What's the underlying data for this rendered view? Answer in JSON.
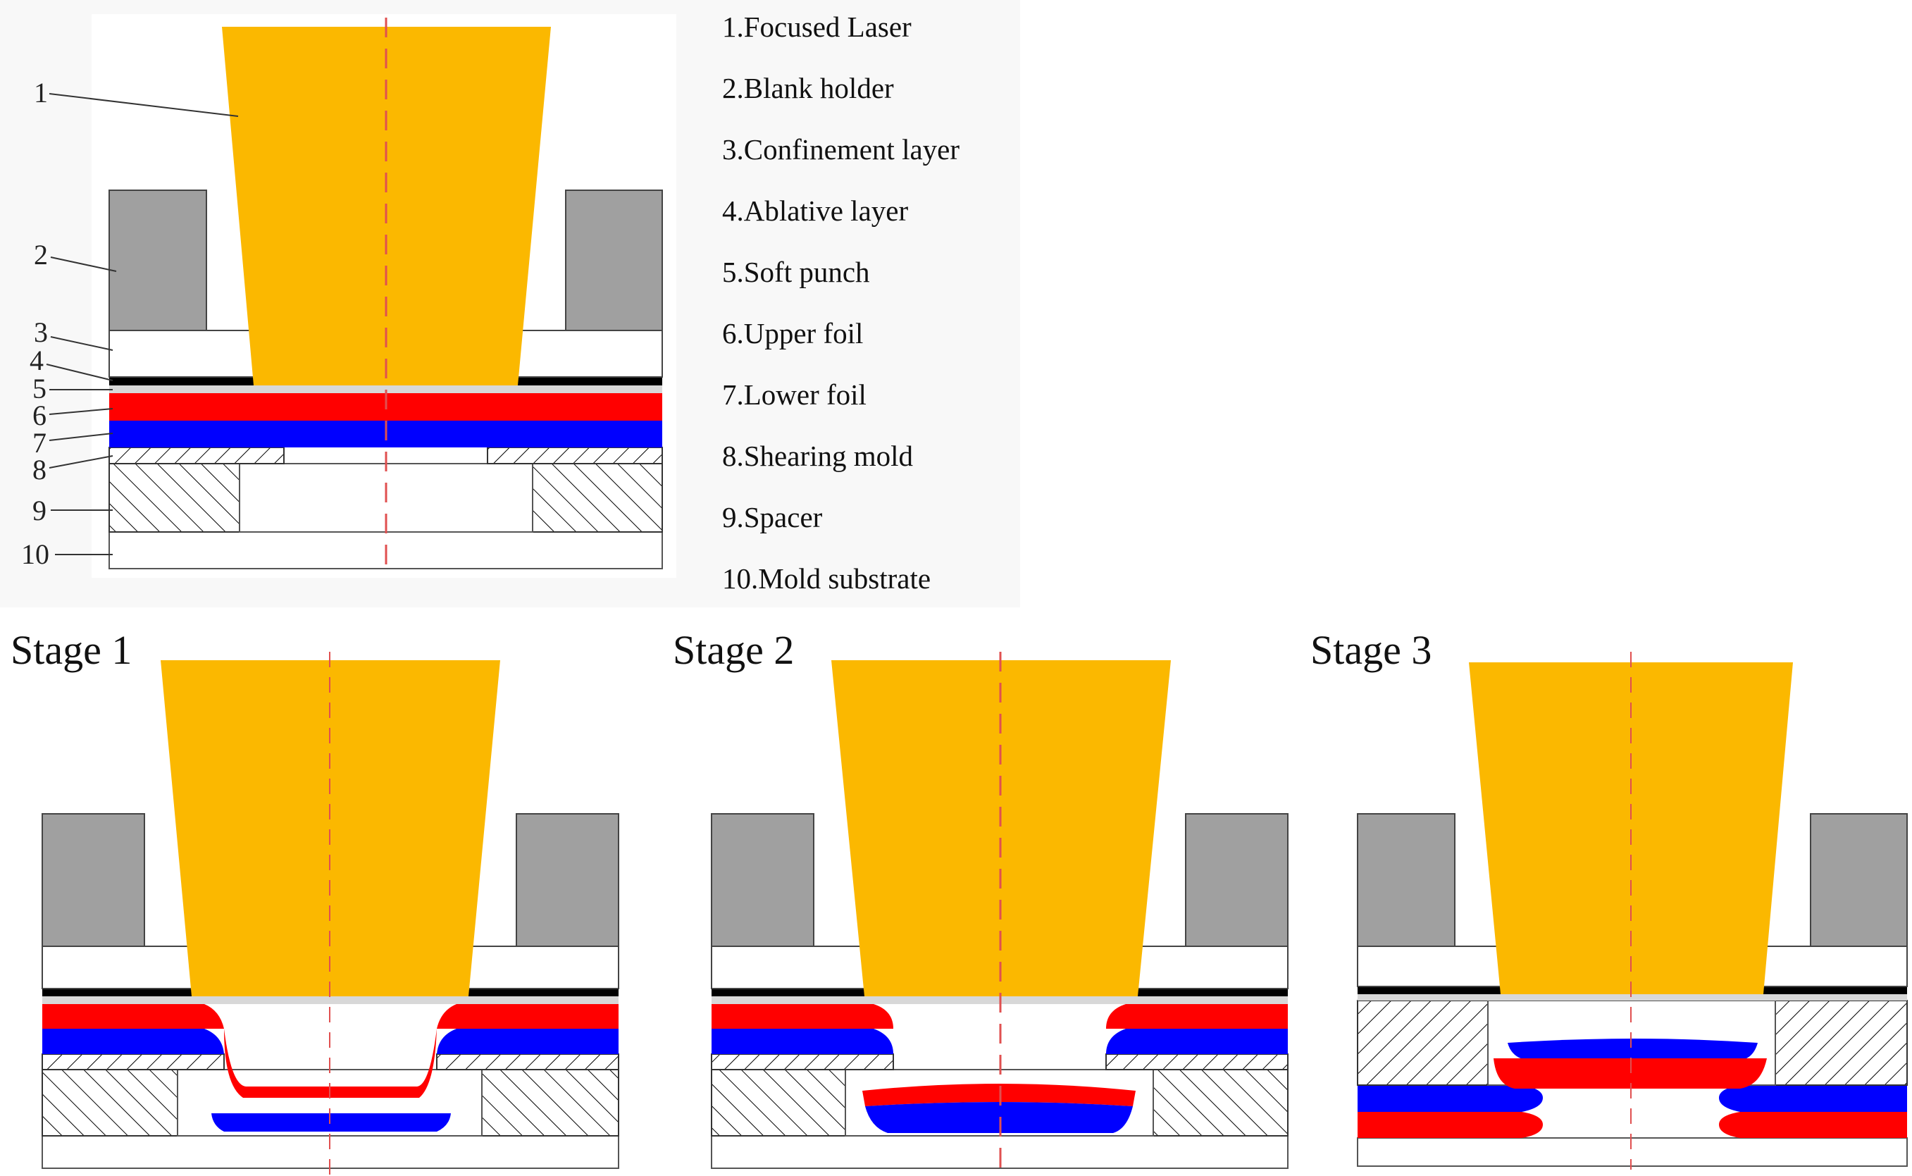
{
  "legend": {
    "items": [
      "1.Focused Laser",
      "2.Blank holder",
      "3.Confinement layer",
      "4.Ablative layer",
      "5.Soft punch",
      "6.Upper foil",
      "7.Lower foil",
      "8.Shearing mold",
      "9.Spacer",
      "10.Mold substrate"
    ]
  },
  "callouts": [
    "1",
    "2",
    "3",
    "4",
    "5",
    "6",
    "7",
    "8",
    "9",
    "10"
  ],
  "stages": [
    {
      "title": "Stage 1"
    },
    {
      "title": "Stage 2"
    },
    {
      "title": "Stage 3"
    }
  ],
  "colors": {
    "laser": "#FBB800",
    "blank_holder": "#A0A0A0",
    "ablative": "#000000",
    "soft_punch": "#D8D8D8",
    "upper_foil": "#FF0000",
    "lower_foil": "#0000FF",
    "centerline": "#E05050",
    "overview_background": "#F8F8F8"
  }
}
